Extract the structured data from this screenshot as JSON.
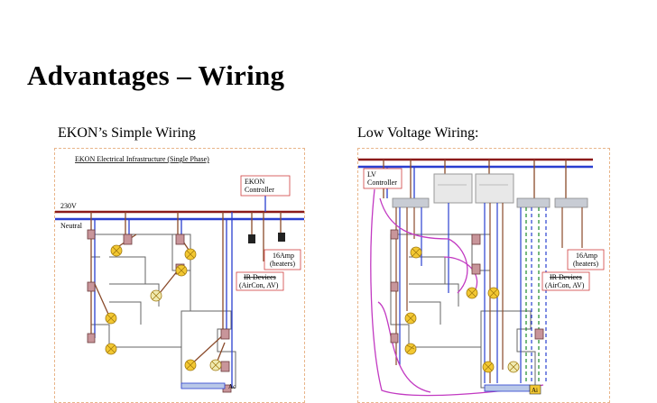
{
  "slide": {
    "title": "Advantages – Wiring"
  },
  "left_panel": {
    "caption": "EKON’s Simple Wiring",
    "diagram_title": "EKON Electrical Infrastructure (Single Phase)",
    "controller_label_1": "EKON",
    "controller_label_2": "Controller",
    "live_label": "230V",
    "neutral_label": "Neutral",
    "heater_label_1": "16Amp",
    "heater_label_2": "(heaters)",
    "ir_label_1": "IR Devices",
    "ir_label_2": "(AirCon, AV)",
    "ac_label": "Ac"
  },
  "right_panel": {
    "caption": "Low Voltage Wiring:",
    "controller_label_1": "LV",
    "controller_label_2": "Controller",
    "heater_label_1": "16Amp",
    "heater_label_2": "(heaters)",
    "ir_label_1": "IR Devices",
    "ir_label_2": "(AirCon, AV)",
    "ac_label": "Ai"
  },
  "colors": {
    "live_wire": "#8b1a1a",
    "neutral_wire": "#2a3fd0",
    "loop_wire": "#c23ac2",
    "drop_wire": "#8a4a2a",
    "label_border": "#d04040",
    "lamp_fill": "#f3c832",
    "switch_fill": "#c8959a"
  }
}
